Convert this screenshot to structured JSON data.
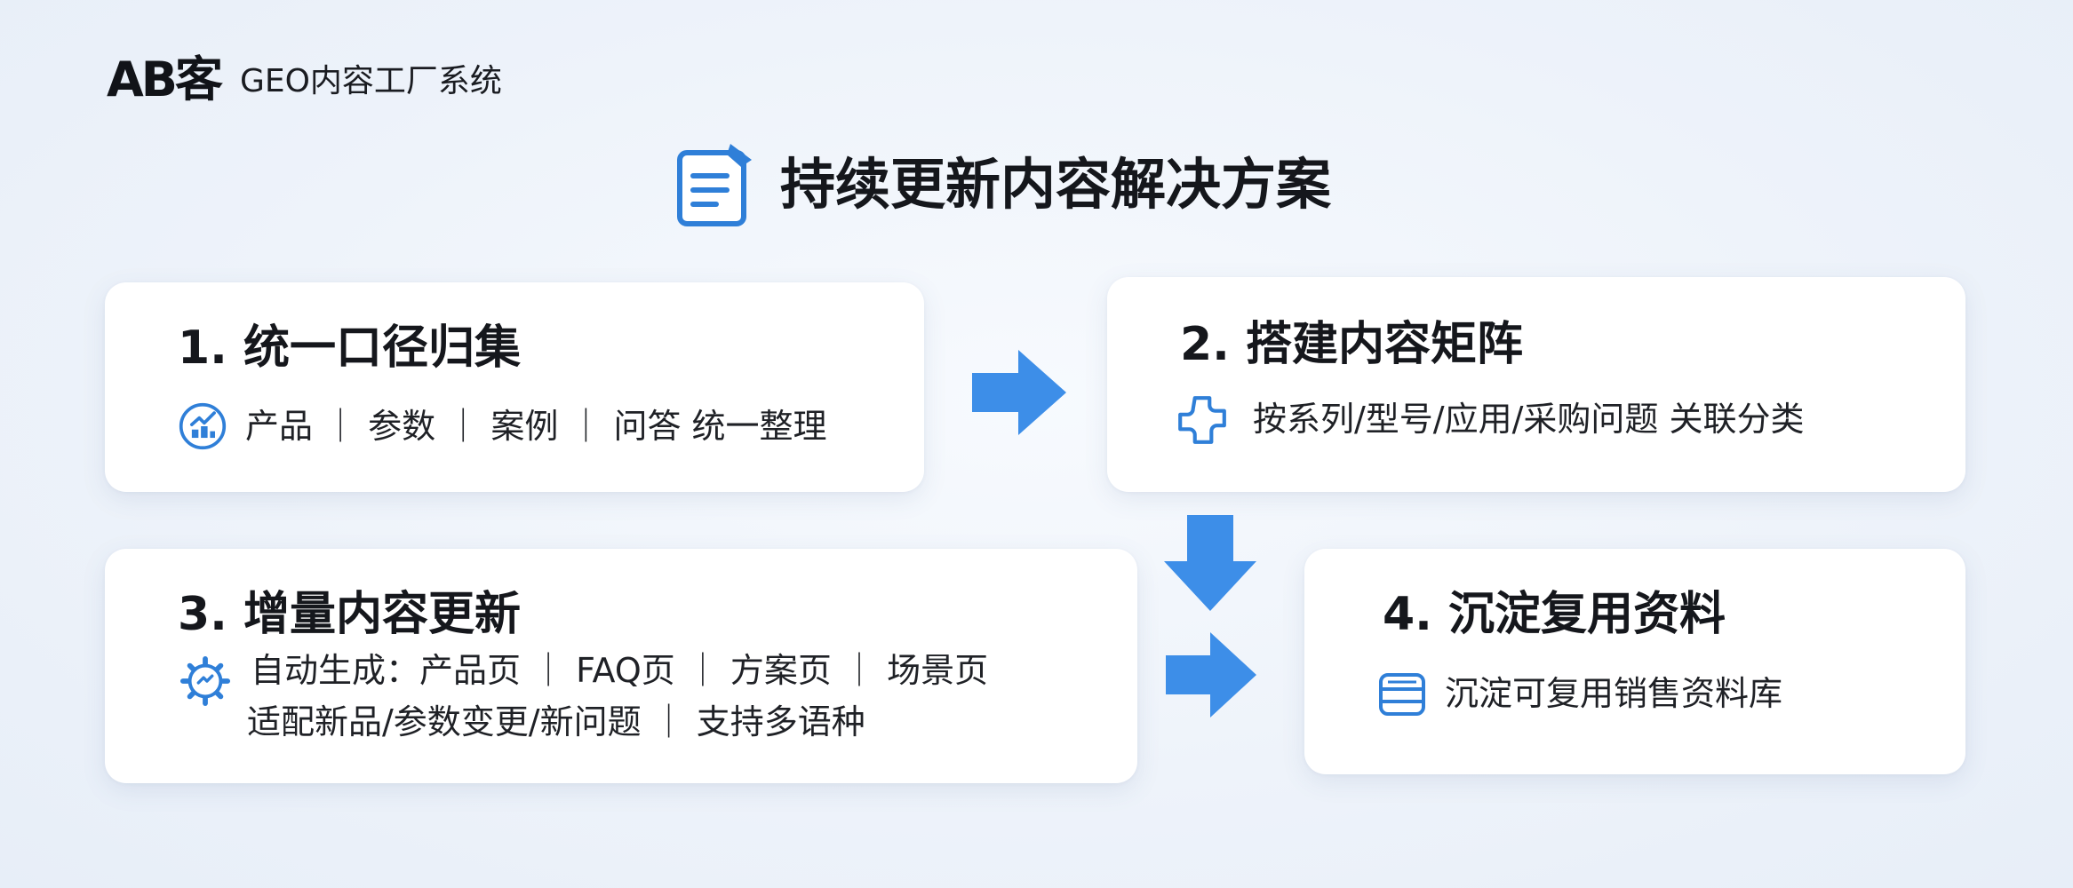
{
  "brand": {
    "logo": "AB客",
    "name": "GEO内容工厂系统"
  },
  "title": "持续更新内容解决方案",
  "steps": [
    {
      "title": "1. 统一口径归集",
      "lines": [
        "产品 ｜ 参数 ｜ 案例 ｜ 问答  统一整理"
      ],
      "icon": "checklist-icon"
    },
    {
      "title": "2. 搭建内容矩阵",
      "lines": [
        "按系列/型号/应用/采购问题  关联分类"
      ],
      "icon": "puzzle-icon"
    },
    {
      "title": "3. 增量内容更新",
      "lines": [
        "自动生成：产品页 ｜ FAQ页 ｜ 方案页 ｜ 场景页",
        "适配新品/参数变更/新问题 ｜ 支持多语种"
      ],
      "icon": "gear-icon"
    },
    {
      "title": "4. 沉淀复用资料",
      "lines": [
        "沉淀可复用销售资料库"
      ],
      "icon": "archive-box-icon"
    }
  ],
  "colors": {
    "accent": "#3d8ee8",
    "icon_blue": "#2f7fd8",
    "text": "#15171c",
    "card": "#ffffff"
  }
}
